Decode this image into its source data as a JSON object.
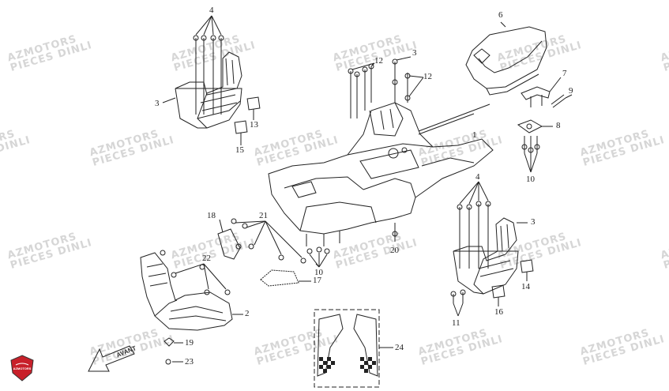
{
  "watermark": {
    "line1": "AZMOTORS",
    "line2": "PIECES DINLI",
    "color": "#d6d6d6"
  },
  "logo": {
    "text": "AZMOTORS",
    "color": "#c8202a"
  },
  "avant_label": "AVANT",
  "callouts": {
    "c1": "1",
    "c2": "2",
    "c3a": "3",
    "c3b": "3",
    "c3c": "3",
    "c4a": "4",
    "c4b": "4",
    "c6": "6",
    "c7": "7",
    "c8": "8",
    "c9": "9",
    "c10a": "10",
    "c10b": "10",
    "c11": "11",
    "c12a": "12",
    "c12b": "12",
    "c13": "13",
    "c14": "14",
    "c15": "15",
    "c16": "16",
    "c17": "17",
    "c18": "18",
    "c19": "19",
    "c20": "20",
    "c21": "21",
    "c22": "22",
    "c23": "23",
    "c24": "24"
  }
}
